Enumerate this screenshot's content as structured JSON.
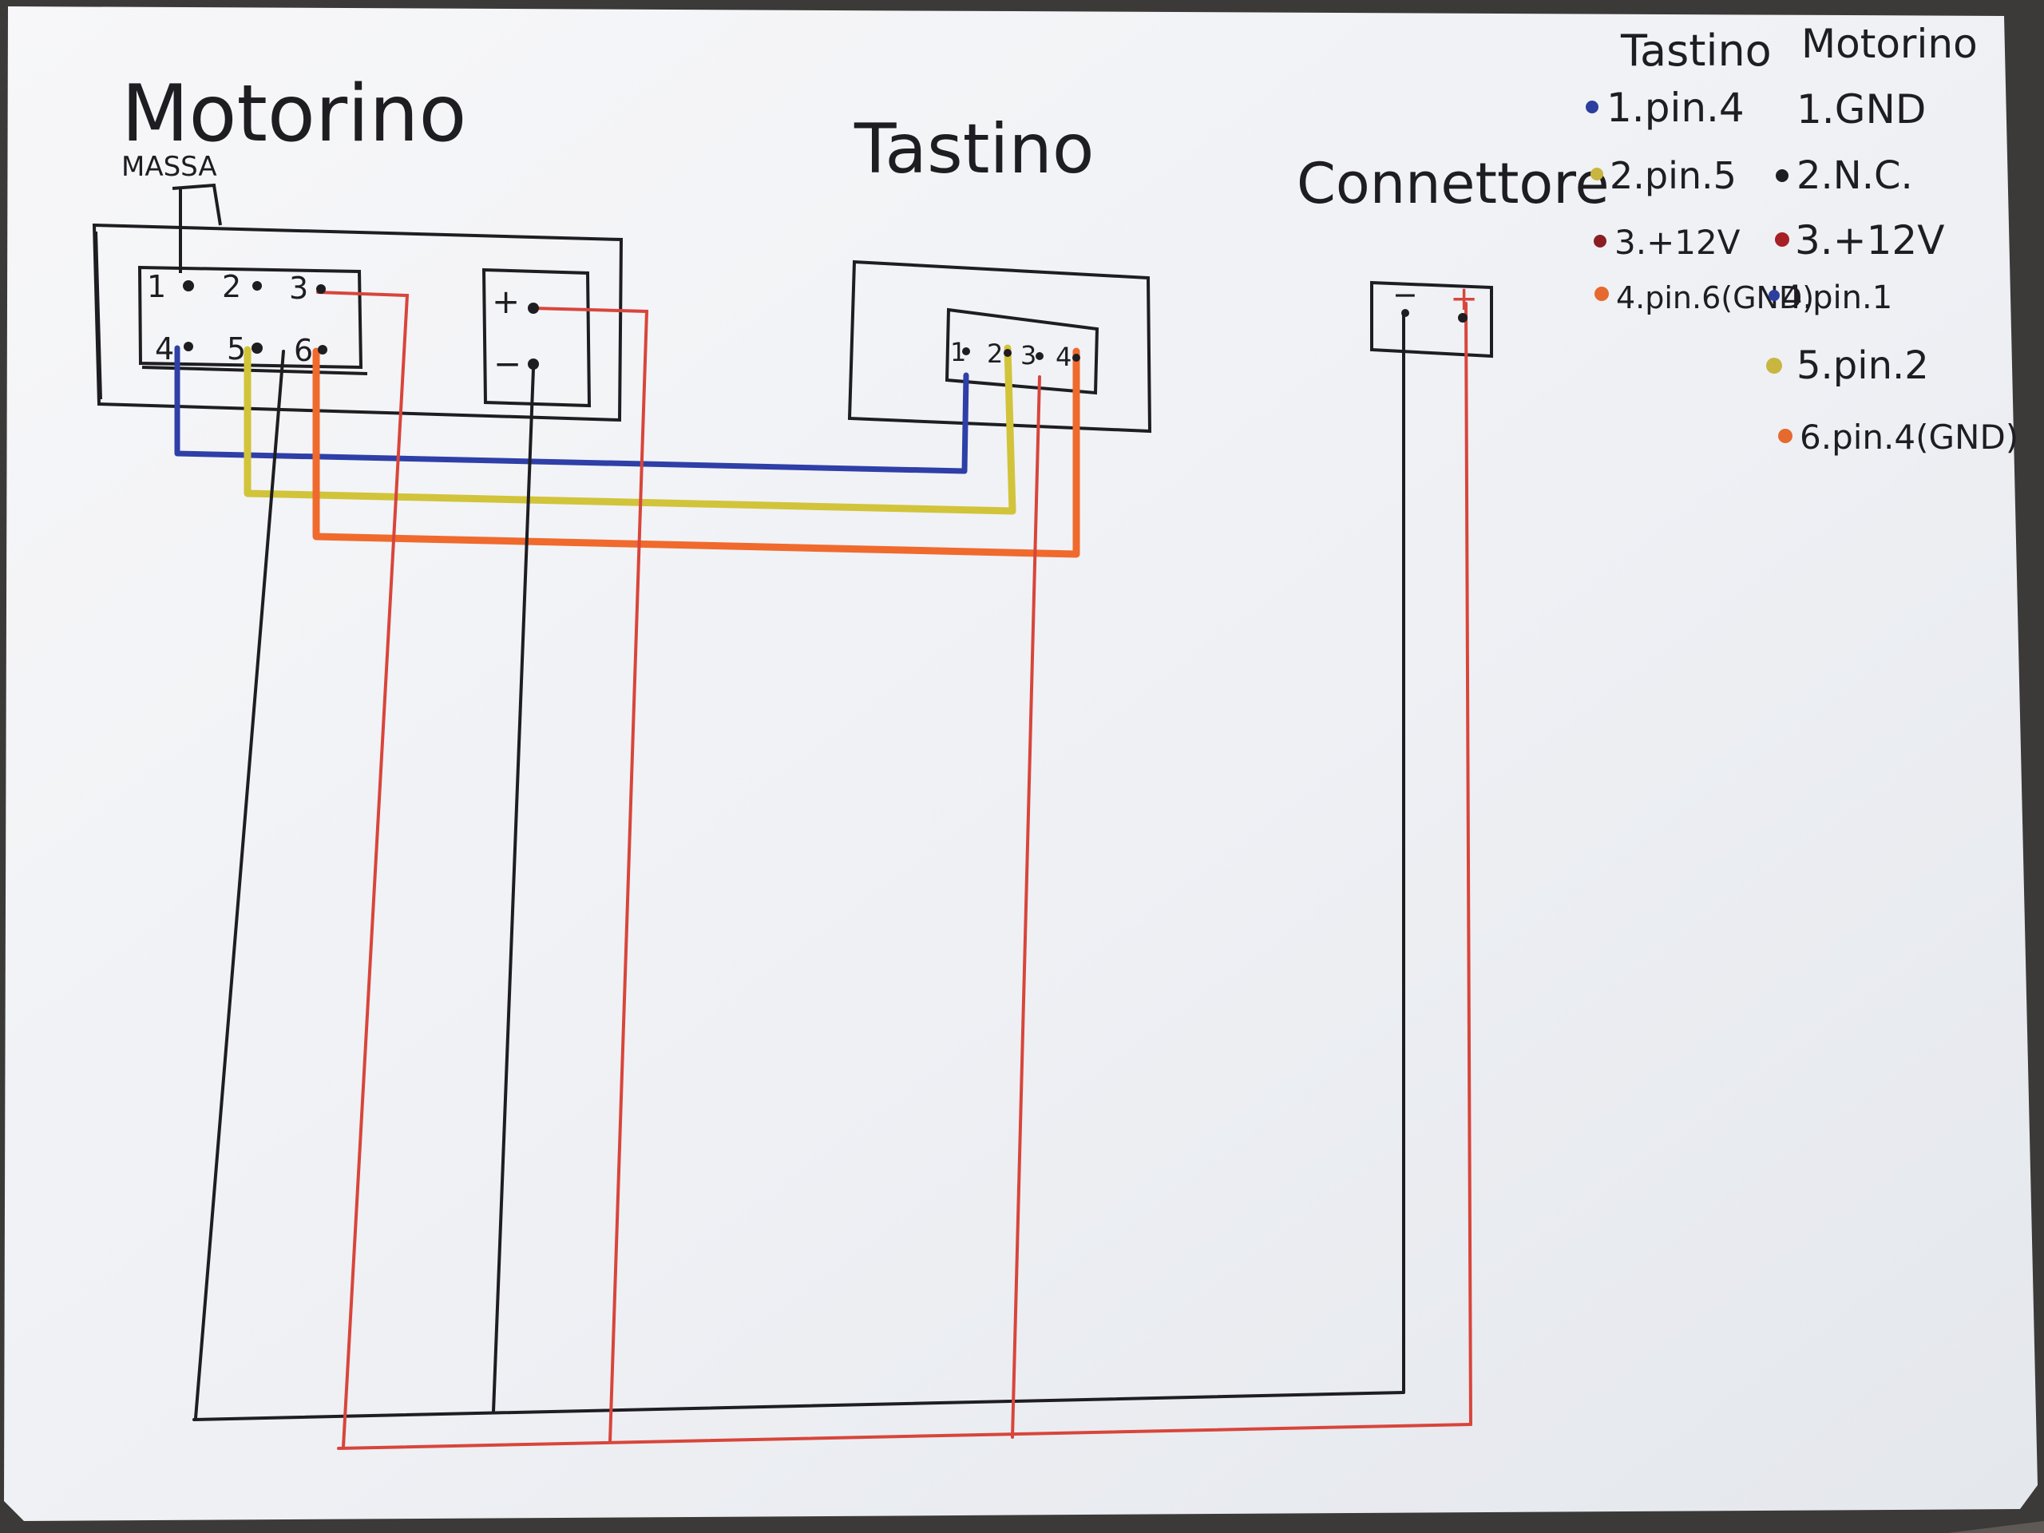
{
  "titles": {
    "motorino": "Motorino",
    "tastino": "Tastino",
    "connettore": "Connettore",
    "massa": "MASSA"
  },
  "motor_pins": [
    "1",
    "2",
    "3",
    "4",
    "5",
    "6"
  ],
  "motor_power_terminals": {
    "plus": "+",
    "minus": "−"
  },
  "tastino_pins": [
    "1",
    "2",
    "3",
    "4"
  ],
  "connector_terminals": {
    "minus": "−",
    "plus": "+"
  },
  "legend": {
    "col_tastino": "Tastino",
    "col_motorino": "Motorino",
    "tastino_rows": [
      {
        "text": "1.pin.4",
        "color": "#2c3f9e"
      },
      {
        "text": "2.pin.5",
        "color": "#c9b640"
      },
      {
        "text": "3.+12V",
        "color": "#8a1f23"
      },
      {
        "text": "4.pin.6(GND)",
        "color": "#e66a2f"
      }
    ],
    "motorino_rows": [
      {
        "text": "1.GND",
        "color": ""
      },
      {
        "text": "2.N.C.",
        "color": "#1d1d22"
      },
      {
        "text": "3.+12V",
        "color": "#a62024"
      },
      {
        "text": "4.pin.1",
        "color": "#2c3f9e"
      },
      {
        "text": "5.pin.2",
        "color": "#c9b640"
      },
      {
        "text": "6.pin.4(GND)",
        "color": "#e66a2f"
      }
    ]
  },
  "colors": {
    "ink": "#1d1d22",
    "red": "#d8453a",
    "blue": "#2f3fa8",
    "yellow": "#cfc23a",
    "orange": "#ef6a2c",
    "paper": "#f2f3f6"
  }
}
